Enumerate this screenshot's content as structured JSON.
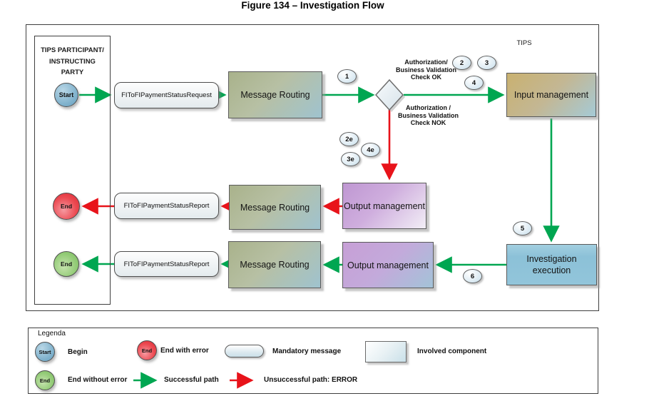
{
  "title": "Figure 134 – Investigation Flow",
  "diagram": {
    "tips": "TIPS",
    "participant": "TIPS PARTICIPANT/\nINSTRUCTING\nPARTY",
    "nodes": {
      "start": "Start",
      "end_error": "End",
      "end_success": "End",
      "payment_status_request": "FIToFIPaymentStatusRequest",
      "payment_status_report": "FIToFIPaymentStatusReport",
      "message_routing": "Message Routing",
      "input_management": "Input management",
      "output_management": "Output management",
      "investigation_execution": "Investigation\nexecution"
    },
    "annotations": {
      "check_ok": "Authorization/\nBusiness Validation\nCheck OK",
      "check_nok": "Authorization /\nBusiness Validation\nCheck NOK"
    },
    "steps": {
      "n1": "1",
      "n2": "2",
      "n3": "3",
      "n4": "4",
      "n5": "5",
      "n6": "6",
      "n2e": "2e",
      "n4e": "4e",
      "n3e": "3e"
    }
  },
  "legend": {
    "title": "Legenda",
    "begin": {
      "symbol": "Start",
      "label": "Begin"
    },
    "end_error": {
      "symbol": "End",
      "label": "End with error"
    },
    "end_success": {
      "symbol": "End",
      "label": "End without error"
    },
    "mandatory": {
      "label": "Mandatory message"
    },
    "involved": {
      "label": "Involved component"
    },
    "success_path": {
      "label": "Successful path"
    },
    "error_path": {
      "label": "Unsuccessful path: ERROR"
    }
  },
  "colors": {
    "success_path": "#00A651",
    "error_path": "#E8131A",
    "begin_fill": "#7FB1CC",
    "end_error_fill": "#EC4A52",
    "end_success_fill": "#92CB76"
  }
}
